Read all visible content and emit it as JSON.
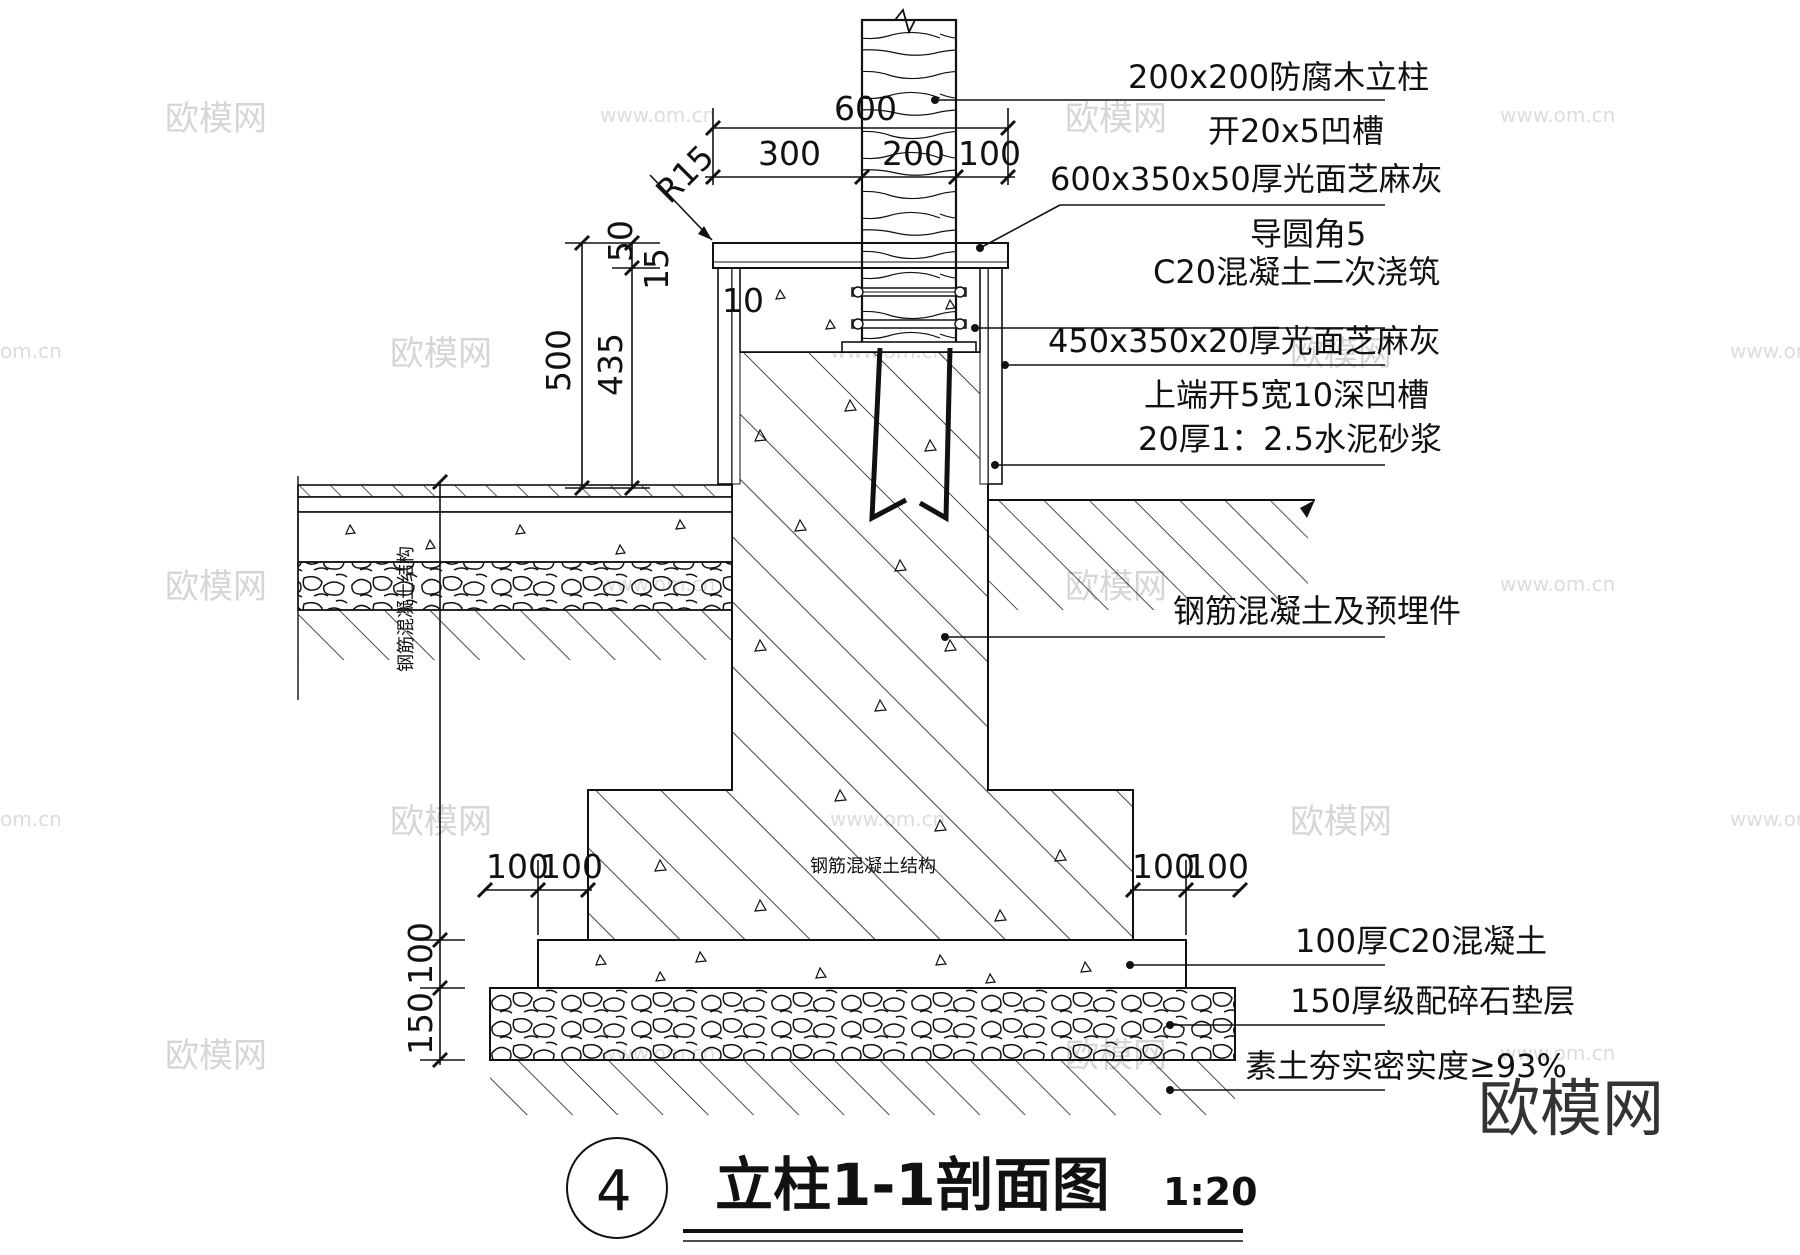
{
  "title": "立柱1-1剖面图",
  "detail_number": "4",
  "scale": "1:20",
  "brand_watermark": "欧模网",
  "watermarks": {
    "text": "欧模网",
    "url": "www.om.cn",
    "edge_url": "om.cn"
  },
  "callouts": [
    "200x200防腐木立柱",
    "开20x5凹槽",
    "600x350x50厚光面芝麻灰",
    "导圆角5",
    "C20混凝土二次浇筑",
    "450x350x20厚光面芝麻灰",
    "上端开5宽10深凹槽",
    "20厚1：2.5水泥砂浆",
    "钢筋混凝土及预埋件",
    "100厚C20混凝土",
    "150厚级配碎石垫层",
    "素土夯实密实度≥93%"
  ],
  "dimensions": {
    "top_total": "600",
    "top_segments": [
      "300",
      "200",
      "100"
    ],
    "radius": "R15",
    "cap_thickness": "50",
    "cap_gap": "15",
    "side_gap": "10",
    "height_total": "500",
    "height_inner": "435",
    "footing_left": [
      "100",
      "100"
    ],
    "footing_right": [
      "100",
      "100"
    ],
    "base_layers": [
      "100",
      "150"
    ]
  },
  "structure_labels": {
    "left_vertical": "钢筋混凝土结构",
    "center": "钢筋混凝土结构"
  }
}
